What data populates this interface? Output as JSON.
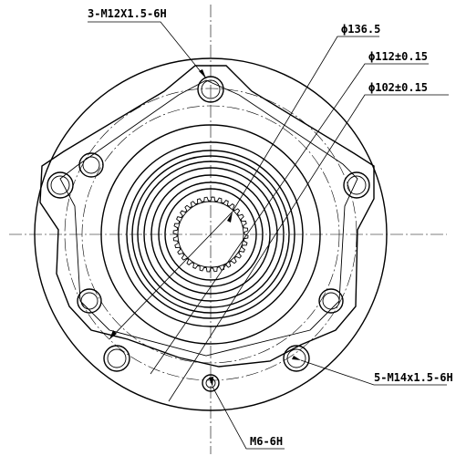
{
  "callouts": {
    "thread_top": "3-M12X1.5-6H",
    "dia_outer": "ϕ136.5",
    "dia_mid": "ϕ112±0.15",
    "dia_inner": "ϕ102±0.15",
    "wheel_bolts": "5-M14x1.5-6H",
    "small_hole": "M6-6H"
  }
}
